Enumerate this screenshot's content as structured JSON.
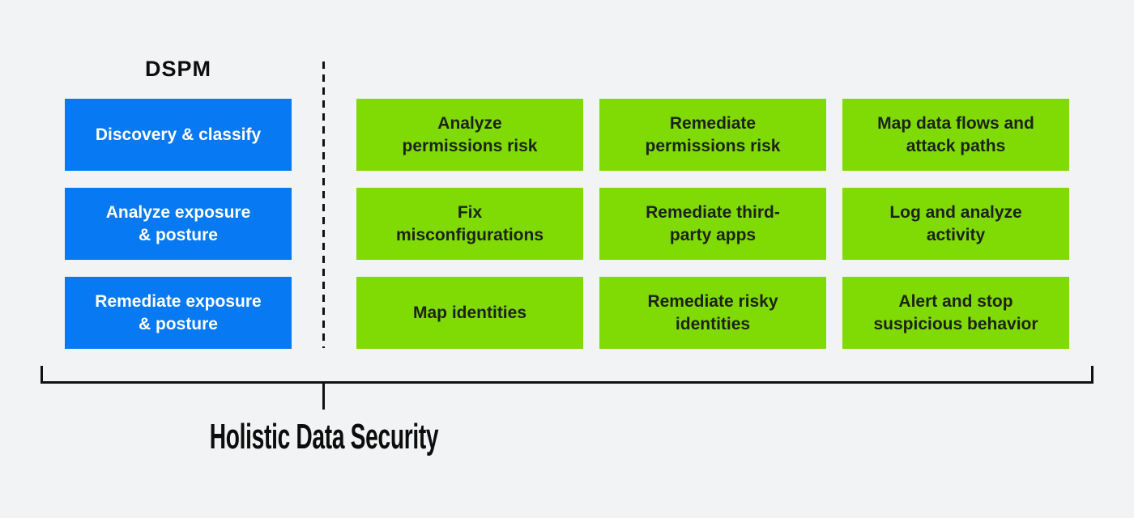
{
  "diagram": {
    "dspm": {
      "title": "DSPM",
      "items": [
        {
          "label": "Discovery & classify"
        },
        {
          "label": "Analyze exposure\n& posture"
        },
        {
          "label": "Remediate exposure\n& posture"
        }
      ]
    },
    "capabilities_grid": {
      "items": [
        {
          "label": "Analyze\npermissions risk"
        },
        {
          "label": "Remediate\npermissions risk"
        },
        {
          "label": "Map data flows and\nattack paths"
        },
        {
          "label": "Fix\nmisconfigurations"
        },
        {
          "label": "Remediate third-\nparty apps"
        },
        {
          "label": "Log and analyze\nactivity"
        },
        {
          "label": "Map identities"
        },
        {
          "label": "Remediate risky\nidentities"
        },
        {
          "label": "Alert and stop\nsuspicious behavior"
        }
      ]
    },
    "bracket": {
      "label": "Holistic Data Security"
    },
    "colors": {
      "background": "#f1f3f4",
      "blue_box": "#0779f2",
      "green_box": "#80da03",
      "blue_box_text": "#ffffff",
      "green_box_text": "#1c2315",
      "line": "#111111"
    }
  }
}
